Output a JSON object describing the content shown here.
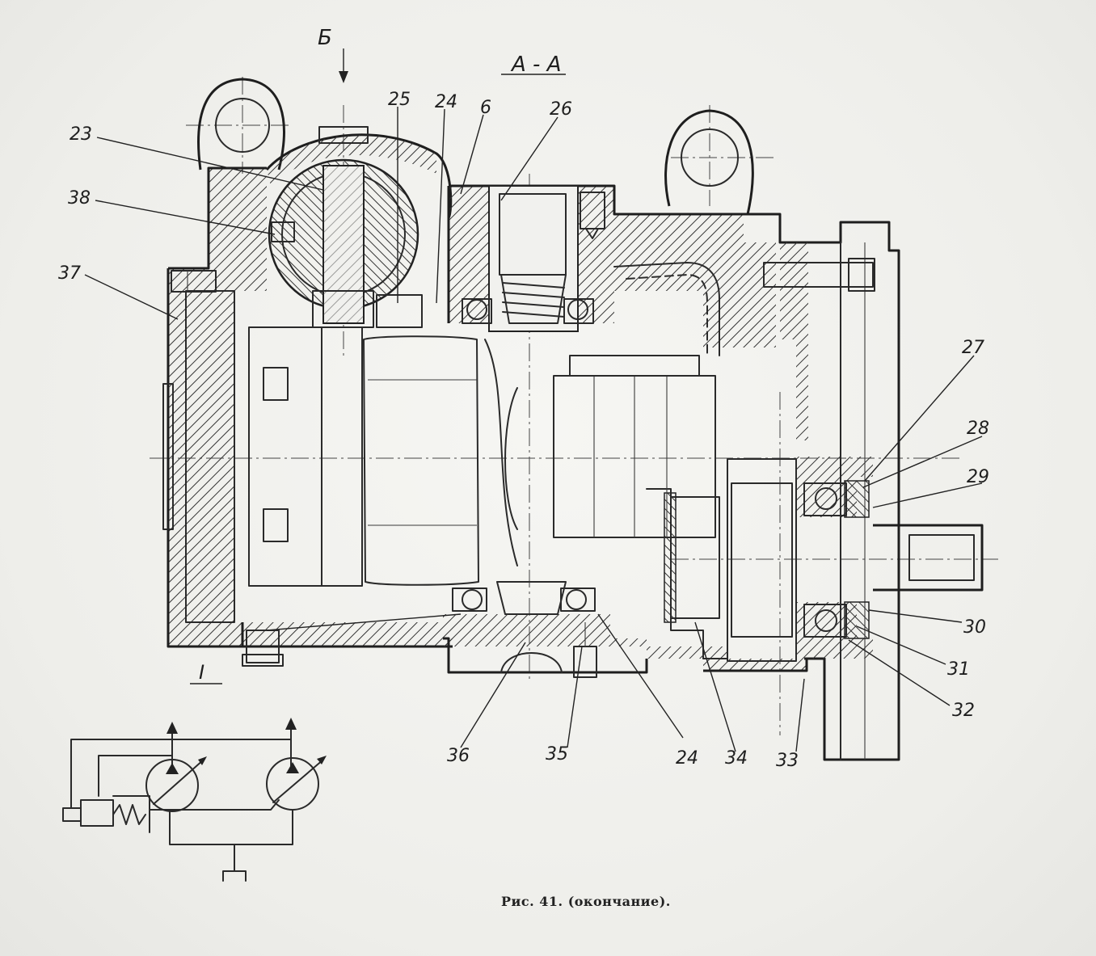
{
  "section_title": "А - А",
  "view_arrow_label": "Б",
  "roman_label": "I",
  "caption": "Рис. 41. (окончание).",
  "part_labels": {
    "p23": "23",
    "p38": "38",
    "p37": "37",
    "p25": "25",
    "p24_top": "24",
    "p6": "6",
    "p26": "26",
    "p27": "27",
    "p28": "28",
    "p29": "29",
    "p30": "30",
    "p31": "31",
    "p32": "32",
    "p33": "33",
    "p34": "34",
    "p24_bottom": "24",
    "p35": "35",
    "p36": "36"
  }
}
